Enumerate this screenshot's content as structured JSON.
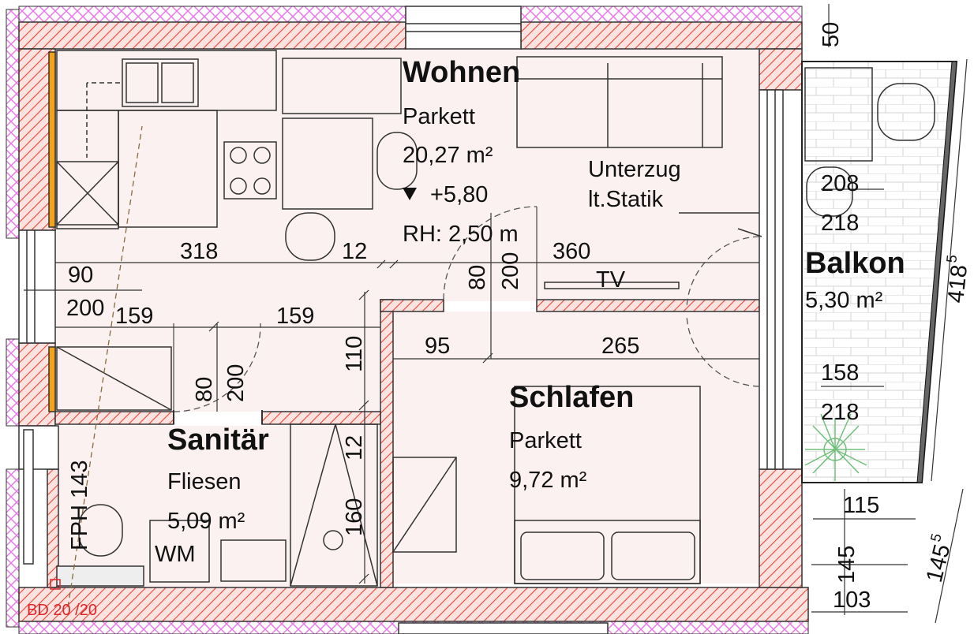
{
  "rooms": {
    "wohnen": {
      "name": "Wohnen",
      "floor": "Parkett",
      "area": "20,27 m²",
      "level": "+5,80",
      "height": "RH: 2,50 m"
    },
    "schlafen": {
      "name": "Schlafen",
      "floor": "Parkett",
      "area": "9,72 m²"
    },
    "sanitaer": {
      "name": "Sanitär",
      "floor": "Fliesen",
      "area": "5,09 m²"
    },
    "balkon": {
      "name": "Balkon",
      "area": "5,30 m²"
    }
  },
  "annotations": {
    "unterzug_1": "Unterzug",
    "unterzug_2": "lt.Statik",
    "tv": "TV",
    "wm": "WM",
    "fph": "FPH 143",
    "bd": "BD 20 /20"
  },
  "dimensions": {
    "d50": "50",
    "d318": "318",
    "d12a": "12",
    "d360": "360",
    "d90": "90",
    "d200a": "200",
    "d159a": "159",
    "d159b": "159",
    "d80a": "80",
    "d200b": "200",
    "d110": "110",
    "d95": "95",
    "d265": "265",
    "d80b": "80",
    "d200c": "200",
    "d12b": "12",
    "d160": "160",
    "d208": "208",
    "d218a": "218",
    "d158": "158",
    "d218b": "218",
    "d115": "115",
    "d145": "145",
    "d103": "103",
    "d418": "418",
    "d418_sup": "5",
    "d145b": "145",
    "d145b_sup": "5"
  },
  "colors": {
    "wall_hatch": "#e8463a",
    "wall_fill": "#fde3e0",
    "floor_fill": "#fbf1f1",
    "insulation": "#e879e8",
    "plant": "#6fbf7a",
    "timber": "#f3a21a",
    "note_red": "#e0242a"
  }
}
